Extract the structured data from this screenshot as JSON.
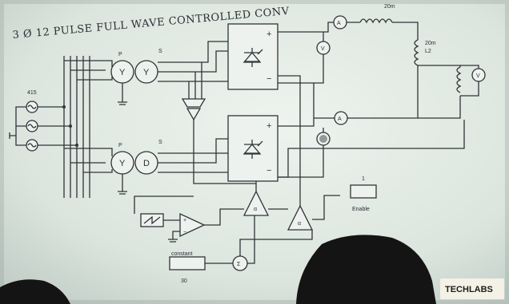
{
  "diagram": {
    "title": "3 Ø 12 PULSE FULL WAVE CONTROLLED CONV",
    "source_label": "415",
    "inductor1_label": "20m",
    "inductor2_label_line1": "20m",
    "inductor2_label_line2": "L2",
    "transformer1_primary_label": "P",
    "transformer1_secondary_label": "S",
    "transformer2_primary_label": "P",
    "transformer2_secondary_label": "S",
    "transformer1_primary_symbol": "Y",
    "transformer1_secondary_symbol": "Y",
    "transformer2_primary_symbol": "Y",
    "transformer2_secondary_symbol": "D",
    "ammeter_symbol": "A",
    "voltmeter_symbol": "V",
    "bridge_plus": "+",
    "bridge_minus": "−",
    "enable_value": "1",
    "enable_label": "Enable",
    "constant_label": "constant",
    "constant_value": "30",
    "sum_symbol": "Σ",
    "pulse_gen_symbol": "α",
    "logo_text": "TECHLABS"
  },
  "colors": {
    "screen_bg": "#dfe8e2",
    "line": "#2f3438",
    "logo_bg": "#f4f1e6",
    "silhouette": "#141414"
  }
}
